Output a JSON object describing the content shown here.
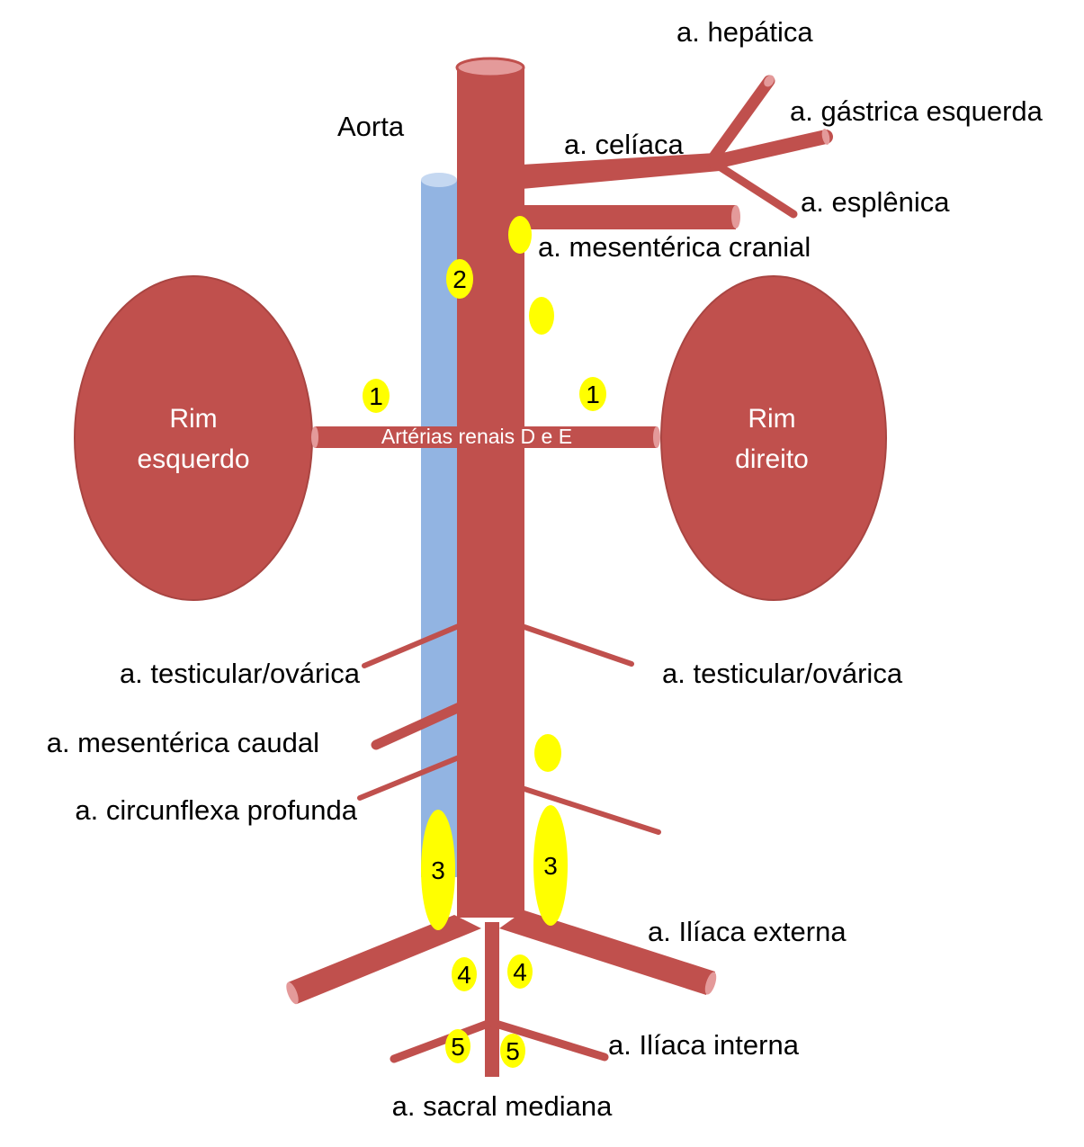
{
  "colors": {
    "artery": "#c0504d",
    "artery_end": "#e49a9a",
    "vein": "#92b4e2",
    "vein_end": "#c5d8f1",
    "marker": "#ffff00",
    "text": "#000000"
  },
  "vessels": {
    "aorta": "Aorta",
    "hepatica": "a. hepática",
    "gastrica_esquerda": "a. gástrica esquerda",
    "celiaca": "a. celíaca",
    "esplenica": "a. esplênica",
    "mesenterica_cranial": "a. mesentérica cranial",
    "renais": "Artérias renais D e E",
    "testicular_esq": "a. testicular/ovárica",
    "testicular_dir": "a. testicular/ovárica",
    "mesenterica_caudal": "a. mesentérica caudal",
    "circunflexa": "a. circunflexa profunda",
    "iliaca_externa": "a. Ilíaca externa",
    "iliaca_interna": "a. Ilíaca interna",
    "sacral_mediana": "a. sacral mediana"
  },
  "organs": {
    "rim_esquerdo": [
      "Rim",
      "esquerdo"
    ],
    "rim_direito": [
      "Rim",
      "direito"
    ]
  },
  "markers": [
    "1",
    "1",
    "2",
    "3",
    "3",
    "4",
    "4",
    "5",
    "5"
  ]
}
